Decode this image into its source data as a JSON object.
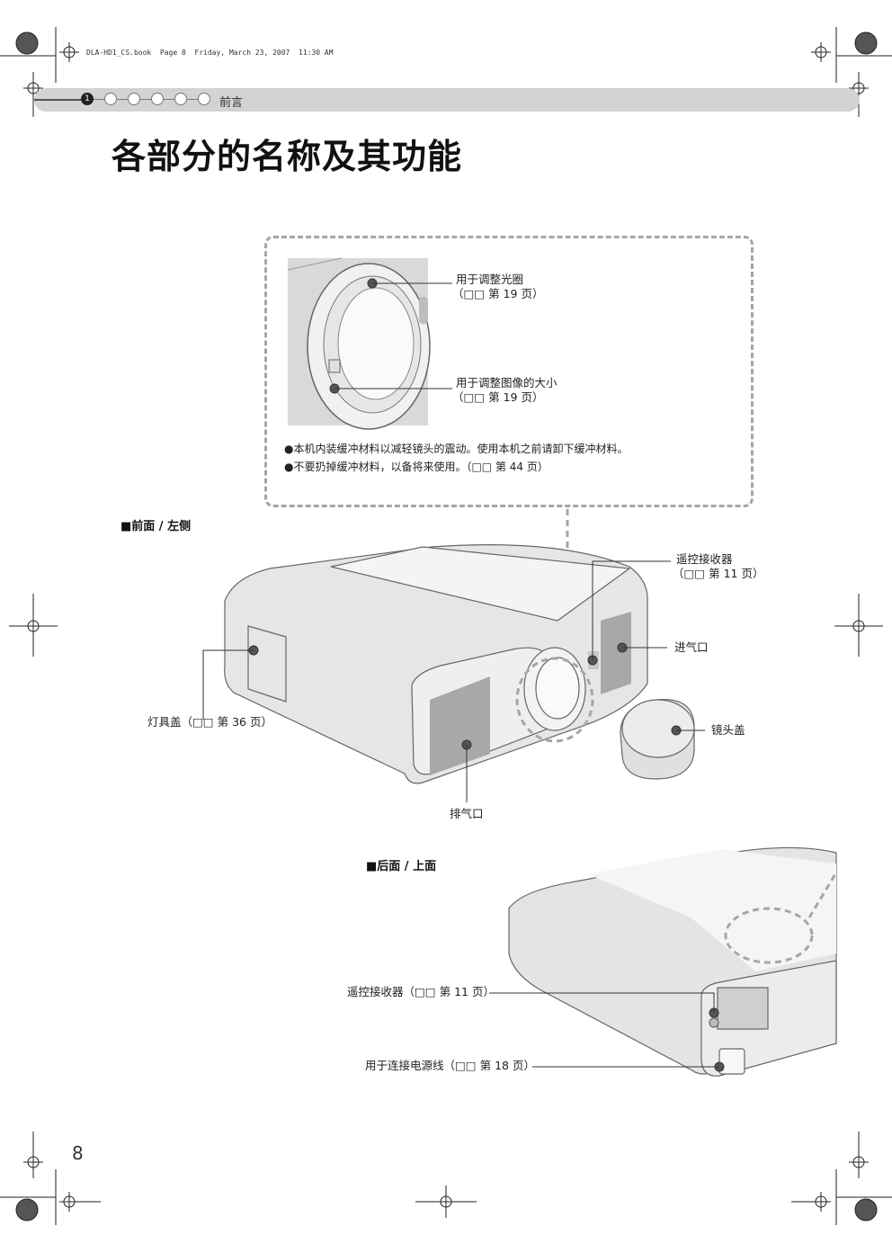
{
  "header": {
    "file_info": "DLA-HD1_CS.book  Page 8  Friday, March 23, 2007  11:30 AM",
    "step_active": "1",
    "chapter": "前言"
  },
  "page": {
    "title": "各部分的名称及其功能",
    "number": "8"
  },
  "callout": {
    "aperture_label": "用于调整光圈",
    "aperture_ref": "（□□ 第 19 页）",
    "zoom_label": "用于调整图像的大小",
    "zoom_ref": "（□□ 第 19 页）",
    "note1": "●本机内装缓冲材料以减轻镜头的震动。使用本机之前请卸下缓冲材料。",
    "note2": "●不要扔掉缓冲材料，以备将来使用。（□□ 第 44 页）"
  },
  "front": {
    "heading": "■前面 / 左侧",
    "remote_label": "遥控接收器",
    "remote_ref": "（□□ 第 11 页）",
    "intake": "进气口",
    "lamp_cover": "灯具盖（□□ 第 36 页）",
    "lens_cap": "镜头盖",
    "exhaust": "排气口"
  },
  "rear": {
    "heading": "■后面 / 上面",
    "remote": "遥控接收器（□□ 第 11 页）",
    "power": "用于连接电源线（□□ 第 18 页）"
  }
}
